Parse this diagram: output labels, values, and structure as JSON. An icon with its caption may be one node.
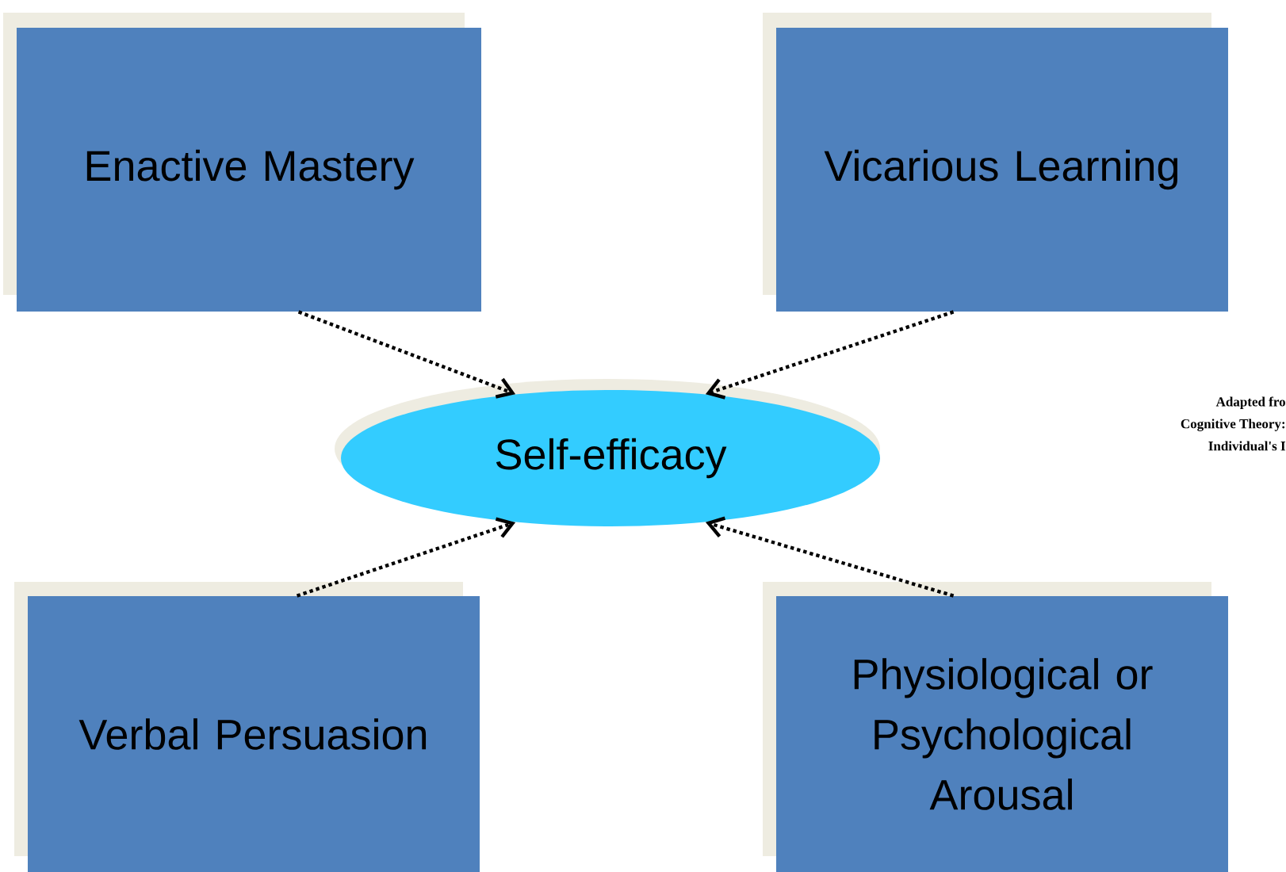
{
  "diagram": {
    "nodes": [
      {
        "text": [
          "Enactive Mastery"
        ]
      },
      {
        "text": [
          "Vicarious Learning"
        ]
      },
      {
        "text": [
          "Verbal Persuasion"
        ]
      },
      {
        "text": [
          "Physiological or Psychological Arousal"
        ]
      },
      {
        "text": [
          "Self-efficacy"
        ]
      }
    ],
    "edges": [
      {
        "from": 0,
        "to": 4,
        "arrow": "to"
      },
      {
        "from": 1,
        "to": 4,
        "arrow": "to"
      },
      {
        "from": 2,
        "to": 4,
        "arrow": "to"
      },
      {
        "from": 3,
        "to": 4,
        "arrow": "to"
      }
    ],
    "labels": [
      "Adapted fro",
      "Cognitive Theory:",
      "Individual's I"
    ]
  }
}
